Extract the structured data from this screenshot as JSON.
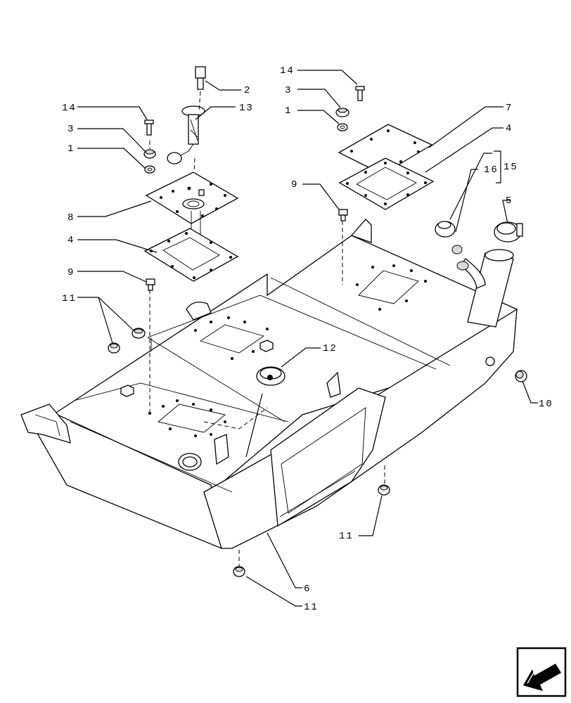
{
  "labels": {
    "l14a": "14",
    "l3a": "3",
    "l1a": "1",
    "l8": "8",
    "l4a": "4",
    "l9a": "9",
    "l11a": "11",
    "l2": "2",
    "l13": "13",
    "l14b": "14",
    "l3b": "3",
    "l1b": "1",
    "l7": "7",
    "l4b": "4",
    "l9b": "9",
    "l16": "16",
    "l15": "15",
    "l5": "5",
    "l12": "12",
    "l10": "10",
    "l11b": "11",
    "l6": "6",
    "l11c": "11"
  },
  "icons": {
    "nav": "arrow-left-down-icon"
  }
}
